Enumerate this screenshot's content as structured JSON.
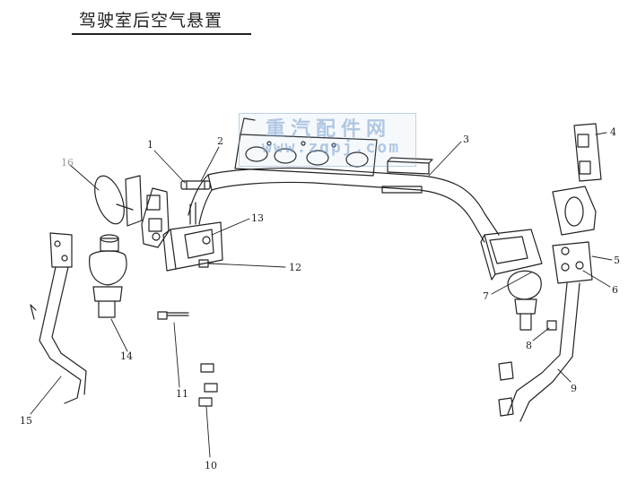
{
  "title": "驾驶室后空气悬置",
  "watermark": {
    "cn": "重汽配件网",
    "url": "www.zqpj.com"
  },
  "callouts": [
    "1",
    "2",
    "3",
    "4",
    "5",
    "6",
    "7",
    "8",
    "9",
    "10",
    "11",
    "12",
    "13",
    "14",
    "15",
    "16"
  ]
}
